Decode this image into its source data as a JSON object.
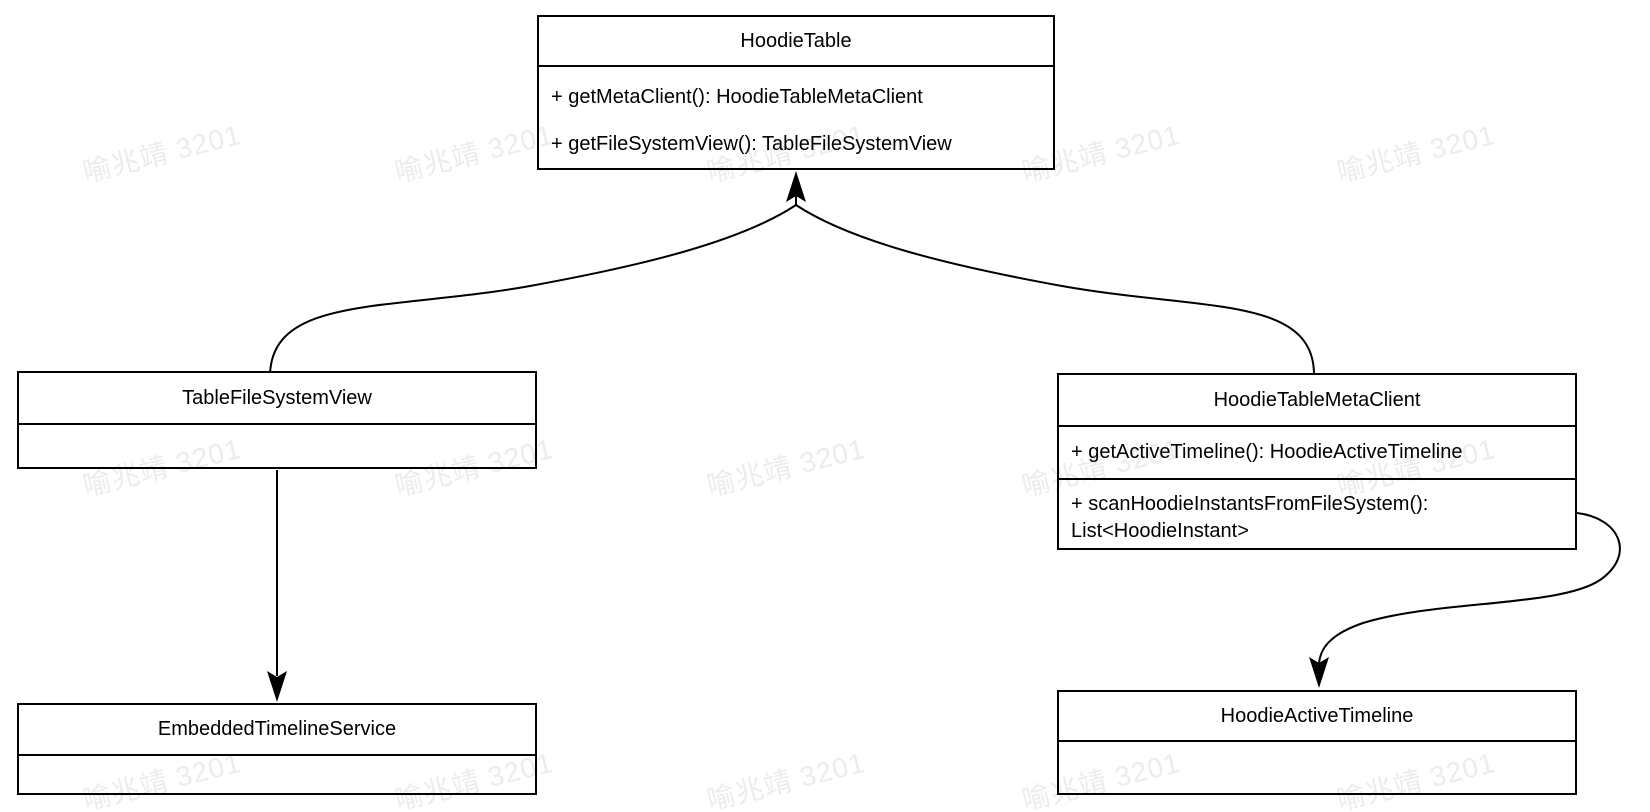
{
  "watermark": {
    "text": "喻兆靖 3201",
    "color": "#ececec"
  },
  "diagram": {
    "background_color": "#ffffff",
    "line_color": "#000000",
    "classes": [
      {
        "id": "hoodie-table",
        "title": "HoodieTable",
        "methods": [
          "+ getMetaClient(): HoodieTableMetaClient",
          "+ getFileSystemView(): TableFileSystemView"
        ]
      },
      {
        "id": "table-file-system-view",
        "title": "TableFileSystemView",
        "methods": []
      },
      {
        "id": "hoodie-table-meta-client",
        "title": "HoodieTableMetaClient",
        "methods": [
          "+ getActiveTimeline(): HoodieActiveTimeline",
          "+ scanHoodieInstantsFromFileSystem(): List<HoodieInstant>"
        ]
      },
      {
        "id": "embedded-timeline-service",
        "title": "EmbeddedTimelineService",
        "methods": []
      },
      {
        "id": "hoodie-active-timeline",
        "title": "HoodieActiveTimeline",
        "methods": []
      }
    ],
    "relations": [
      {
        "from": "TableFileSystemView",
        "to": "HoodieTable",
        "style": "curved, arrowhead into bottom of HoodieTable"
      },
      {
        "from": "HoodieTableMetaClient",
        "to": "HoodieTable",
        "style": "curved, merges with other branch into same arrowhead"
      },
      {
        "from": "TableFileSystemView",
        "to": "EmbeddedTimelineService",
        "style": "straight vertical, arrowhead down"
      },
      {
        "from": "HoodieTableMetaClient",
        "to": "HoodieActiveTimeline",
        "style": "s-curve from right edge, arrowhead down into top"
      }
    ]
  }
}
